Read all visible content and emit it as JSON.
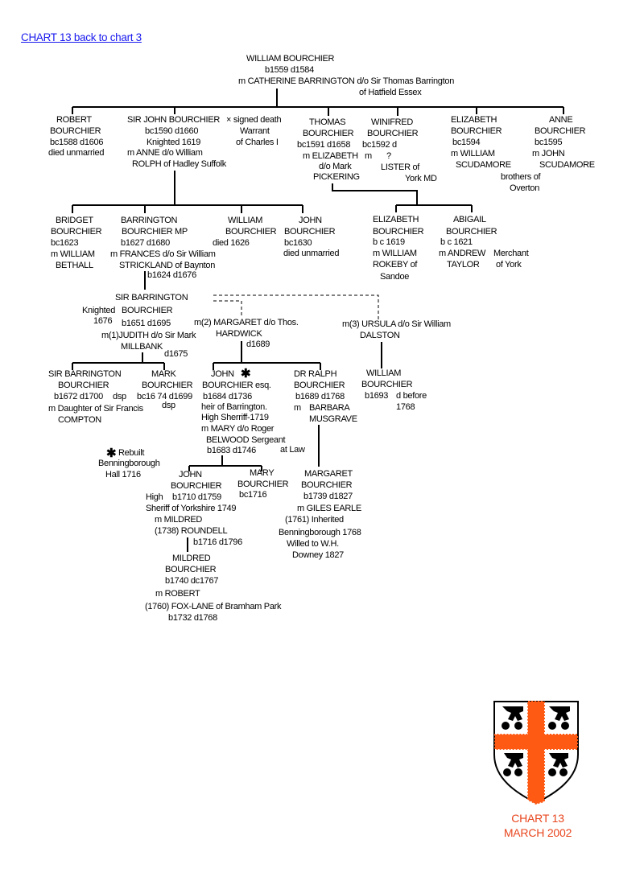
{
  "header": {
    "back_link": "CHART 13 back to chart 3"
  },
  "people": {
    "root": [
      "WILLIAM BOURCHIER",
      "b1559 d1584",
      "m CATHERINE  BARRINGTON d/o Sir Thomas Barrington",
      "of Hatfield Essex"
    ],
    "robert": [
      "ROBERT",
      "BOURCHIER",
      "bc1588 d1606",
      "died unmarried"
    ],
    "sir_john": [
      "SIR JOHN BOURCHIER",
      "bc1590 d1660",
      "Knighted 1619",
      "m ANNE d/o William",
      "ROLPH of Hadley Suffolk"
    ],
    "warrant_note": [
      "× signed death",
      "Warrant",
      "of Charles I"
    ],
    "thomas": [
      "THOMAS",
      "BOURCHIER",
      "bc1591 d1658",
      "m ELIZABETH",
      "d/o Mark",
      "PICKERING"
    ],
    "winifred": [
      "WINIFRED",
      "BOURCHIER",
      "bc1592 d",
      "m",
      "?",
      "LISTER of",
      "York MD"
    ],
    "elizabeth_1594": [
      "ELIZABETH",
      "BOURCHIER",
      "bc1594",
      "m WILLIAM",
      "SCUDAMORE",
      "brothers of",
      "Overton"
    ],
    "anne": [
      "ANNE",
      "BOURCHIER",
      "bc1595",
      "m JOHN",
      "SCUDAMORE"
    ],
    "bridget": [
      "BRIDGET",
      "BOURCHIER",
      "bc1623",
      "m WILLIAM",
      "BETHALL"
    ],
    "barrington_mp": [
      "BARRINGTON",
      "BOURCHIER MP",
      "b1627 d1680",
      "m FRANCES d/o Sir William",
      "STRICKLAND of Baynton",
      "b1624 d1676"
    ],
    "william_1626": [
      "WILLIAM",
      "BOURCHIER",
      "died 1626"
    ],
    "john_1630": [
      "JOHN",
      "BOURCHIER",
      "bc1630",
      "died unmarried"
    ],
    "elizabeth_1619": [
      "ELIZABETH",
      "BOURCHIER",
      "b c 1619",
      "m WILLIAM",
      "ROKEBY of",
      "Sandoe"
    ],
    "abigail": [
      "ABIGAIL",
      "BOURCHIER",
      "b c 1621",
      "m ANDREW",
      "TAYLOR",
      "Merchant",
      "of York"
    ],
    "sir_barrington_1651": [
      "SIR BARRINGTON",
      "Knighted",
      "BOURCHIER",
      "1676",
      "b1651 d1695",
      "m(1)JUDITH d/o  Sir Mark",
      "MILLBANK",
      "d1675"
    ],
    "margaret_hardwick": [
      "m(2) MARGARET d/o Thos.",
      "HARDWICK",
      "d1689"
    ],
    "ursula_dalston": [
      "m(3) URSULA d/o Sir William",
      "DALSTON"
    ],
    "sir_barrington_1672": [
      "SIR BARRINGTON",
      "BOURCHIER",
      "b1672 d1700",
      "dsp",
      "m Daughter of Sir Francis",
      "COMPTON"
    ],
    "mark": [
      "MARK",
      "BOURCHIER",
      "bc16 74 d1699",
      "dsp"
    ],
    "john_1684": [
      "JOHN",
      "✱",
      "BOURCHIER esq.",
      "b1684 d1736",
      "heir of Barrington.",
      "High Sherriff-1719",
      "m MARY d/o Roger",
      "BELWOOD Sergeant",
      "at Law",
      "b1683 d1746"
    ],
    "ralph": [
      "DR  RALPH",
      "BOURCHIER",
      "b1689  d1768",
      "m",
      "BARBARA",
      "MUSGRAVE"
    ],
    "william_1693": [
      "WILLIAM",
      "BOURCHIER",
      "b1693",
      "d before",
      "1768"
    ],
    "rebuilt_note": [
      "✱",
      "Rebuilt",
      "Benningborough",
      "Hall  1716"
    ],
    "john_1710": [
      "JOHN",
      "BOURCHIER",
      "High",
      "b1710 d1759",
      "Sheriff of Yorkshire 1749",
      "m MILDRED",
      "(1738) ROUNDELL",
      "b1716 d1796"
    ],
    "mary_1716": [
      "MARY",
      "BOURCHIER",
      "bc1716"
    ],
    "margaret_1739": [
      "MARGARET",
      "BOURCHIER",
      "b1739 d1827",
      "m GILES EARLE",
      "(1761) Inherited",
      "Benningborough 1768",
      "Willed to W.H.",
      "Downey 1827"
    ],
    "mildred_1740": [
      "MILDRED",
      "BOURCHIER",
      "b1740 dc1767",
      "m ROBERT",
      "(1760) FOX-LANE of Bramham Park",
      "b1732 d1768"
    ]
  },
  "footer": {
    "chart_label": "CHART 13",
    "date": "MARCH 2002",
    "accent_color": "#e8461e",
    "shield_cross_color": "#ff5a14"
  }
}
